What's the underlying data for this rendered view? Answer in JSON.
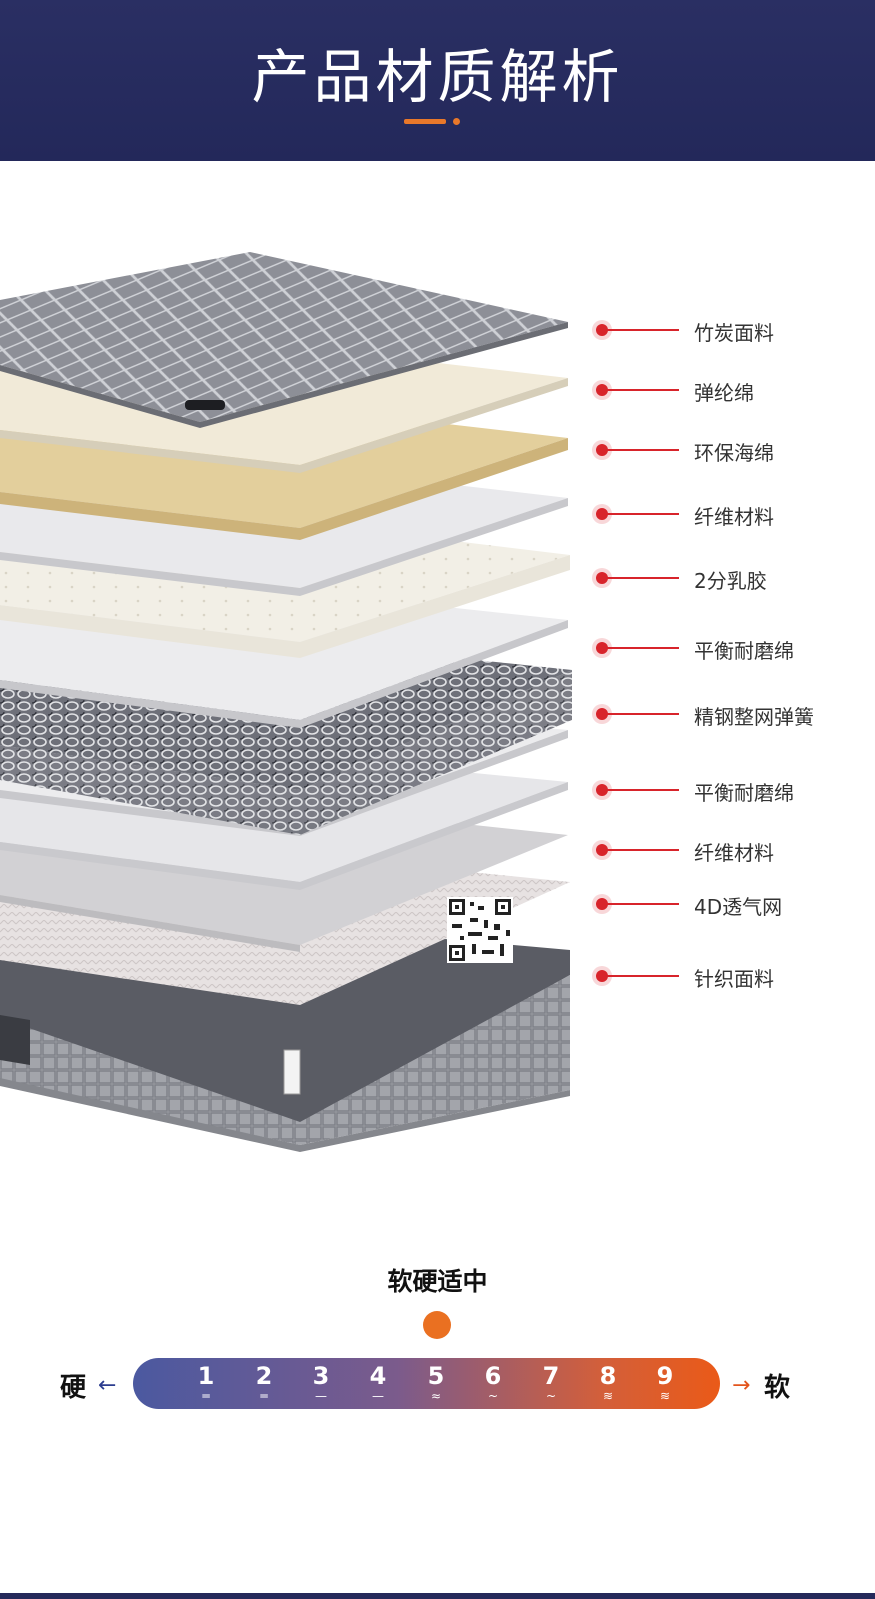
{
  "header": {
    "title": "产品材质解析",
    "accent_color": "#e8782a",
    "background_color": "#25295a"
  },
  "layers": [
    {
      "label": "竹炭面料"
    },
    {
      "label": "弹纶绵"
    },
    {
      "label": "环保海绵"
    },
    {
      "label": "纤维材料"
    },
    {
      "label": "2分乳胶"
    },
    {
      "label": "平衡耐磨绵"
    },
    {
      "label": "精钢整网弹簧"
    },
    {
      "label": "平衡耐磨绵"
    },
    {
      "label": "纤维材料"
    },
    {
      "label": "4D透气网"
    },
    {
      "label": "针织面料"
    }
  ],
  "scale": {
    "title": "软硬适中",
    "left_label": "硬",
    "right_label": "软",
    "left_arrow": "←",
    "right_arrow": "→",
    "levels": [
      {
        "number": "1",
        "mark": "═"
      },
      {
        "number": "2",
        "mark": "═"
      },
      {
        "number": "3",
        "mark": "—"
      },
      {
        "number": "4",
        "mark": "—"
      },
      {
        "number": "5",
        "mark": "≈"
      },
      {
        "number": "6",
        "mark": "~"
      },
      {
        "number": "7",
        "mark": "~"
      },
      {
        "number": "8",
        "mark": "≋"
      },
      {
        "number": "9",
        "mark": "≋"
      }
    ],
    "selected_level": 5,
    "gradient_start": "#4b59a0",
    "gradient_end": "#ea5a18",
    "marker_color": "#ea7021"
  }
}
